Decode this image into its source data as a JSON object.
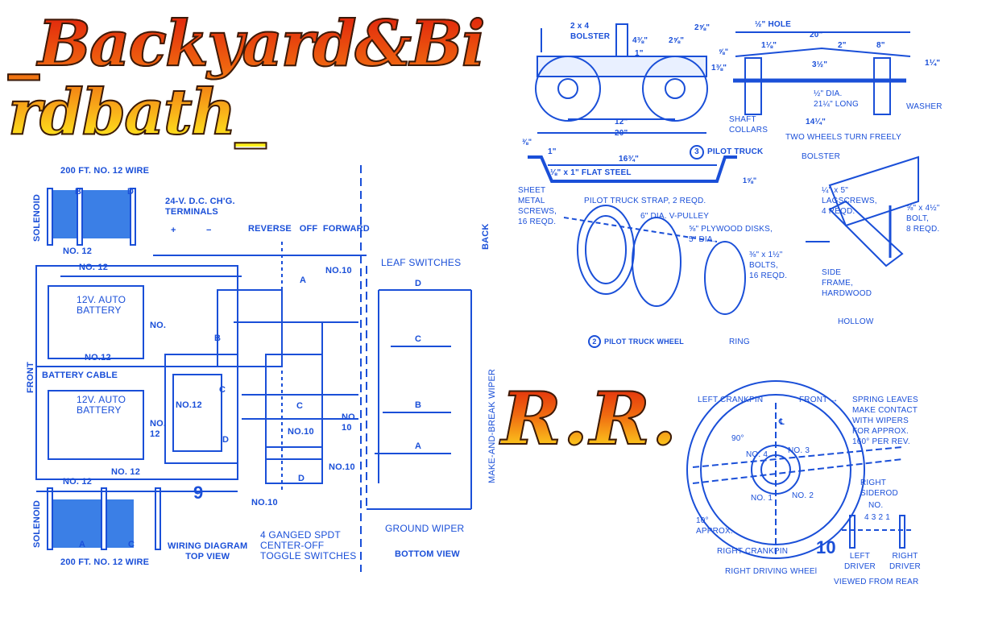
{
  "title": {
    "main": "_Backyard&Birdbath_",
    "sub": "R.R."
  },
  "colors": {
    "ink": "#1a4fd8",
    "coil": "#3b7fe6",
    "title_top": "#e0200c",
    "title_bottom": "#fff21c"
  },
  "wiring": {
    "wire_top": "200 FT. NO. 12 WIRE",
    "wire_bottom": "200 FT. NO. 12 WIRE",
    "solenoid_top": "SOLENOID",
    "solenoid_bottom": "SOLENOID",
    "coil_b": "B",
    "coil_d": "D",
    "coil_a": "A",
    "coil_c": "C",
    "terminals": "24-V. D.C. CH'G.\nTERMINALS",
    "plus": "+",
    "minus": "−",
    "switch_positions": "REVERSE   OFF  FORWARD",
    "no12_1": "NO. 12",
    "no12_2": "NO. 12",
    "no12_3": "NO.12",
    "no12_4": "NO.12",
    "no12_5": "NO. 12",
    "no12_6": "NO. 12",
    "no12_7": "NO.\n12",
    "no12_8": "NO.",
    "no10_1": "NO.10",
    "no10_2": "NO.10",
    "no10_3": "NO.\n10",
    "no10_4": "NO.10",
    "no10_5": "NO.10",
    "battery_1": "12V. AUTO\nBATTERY",
    "battery_2": "12V. AUTO\nBATTERY",
    "battery_cable": "BATTERY CABLE",
    "front": "FRONT",
    "relay_c": "C",
    "relay_d": "D",
    "sw_c": "C",
    "sw_d": "D",
    "sw_a": "A",
    "sw_b": "B",
    "figure_no": "9",
    "caption": "WIRING DIAGRAM\nTOP VIEW",
    "switch_note": "4 GANGED SPDT\nCENTER-OFF\nTOGGLE SWITCHES"
  },
  "bottom_view": {
    "leaf_switches": "LEAF SWITCHES",
    "back": "BACK",
    "wiper": "MAKE-AND-BREAK WIPER",
    "leaf_d": "D",
    "leaf_c": "C",
    "leaf_b": "B",
    "leaf_a": "A",
    "ground_wiper": "GROUND WIPER",
    "caption": "BOTTOM VIEW"
  },
  "pilot_truck": {
    "bolster_2x4": "2 x 4\nBOLSTER",
    "d1": "4⅜\"",
    "d2": "2⅝\"",
    "d3": "2⅝\"",
    "d4": "1\"",
    "d5": "⅝\"",
    "d6": "1⅜\"",
    "d12": "12\"",
    "d20": "20\"",
    "hole": "½\" HOLE",
    "w20": "20\"",
    "w1": "1⅛\"",
    "w2": "2\"",
    "w8": "8\"",
    "w35": "3½\"",
    "w14r": "1¼\"",
    "shaft": "½\" DIA.\n21¼\" LONG",
    "washer": "WASHER",
    "collars": "SHAFT\nCOLLARS",
    "w145": "14¼\"",
    "turn_freely": "TWO WHEELS TURN FREELY",
    "fig3": "3",
    "fig3_label": "PILOT TRUCK",
    "s1": "1\"",
    "s3": "⅜\"",
    "s16": "16¾\"",
    "flat_steel": "⅛\" x 1\" FLAT STEEL",
    "s19": "1⅝\"",
    "strap": "PILOT TRUCK STRAP, 2 REQD.",
    "screws": "SHEET\nMETAL\nSCREWS,\n16 REQD.",
    "pulley": "6\" DIA. V-PULLEY",
    "disks": "⅝\" PLYWOOD DISKS,\n5\" DIA.",
    "bolts": "⅜\" x 1½\"\nBOLTS,\n16 REQD.",
    "bolster": "BOLSTER",
    "lag": "¼\" x 5\"\nLAGSCREWS,\n4 REQD.",
    "bolt": "⅝\" x 4½\"\nBOLT,\n8 REQD.",
    "side_frame": "SIDE\nFRAME,\nHARDWOOD",
    "hollow": "HOLLOW",
    "fig2": "2",
    "fig2_label": "PILOT TRUCK WHEEL",
    "ring": "RING"
  },
  "driver": {
    "left_crankpin": "LEFT CRANKPIN",
    "front": "FRONT →",
    "spring": "SPRING LEAVES\nMAKE CONTACT\nWITH WIPERS\nFOR APPROX.\n160° PER REV.",
    "cl": "℄",
    "deg90": "90°",
    "no4": "NO. 4",
    "no3": "NO. 3",
    "no1": "NO. 1",
    "no2": "NO. 2",
    "siderod": "RIGHT\nSIDEROD",
    "approx": "10°\nAPPROX.",
    "right_crankpin": "RIGHT CRANKPIN",
    "figure_no": "10",
    "no": "NO.",
    "order": "4 3 2 1",
    "left_driver": "LEFT\nDRIVER",
    "right_driver": "RIGHT\nDRIVER",
    "wheel": "RIGHT DRIVING WHEEl",
    "rear": "VIEWED FROM REAR"
  }
}
